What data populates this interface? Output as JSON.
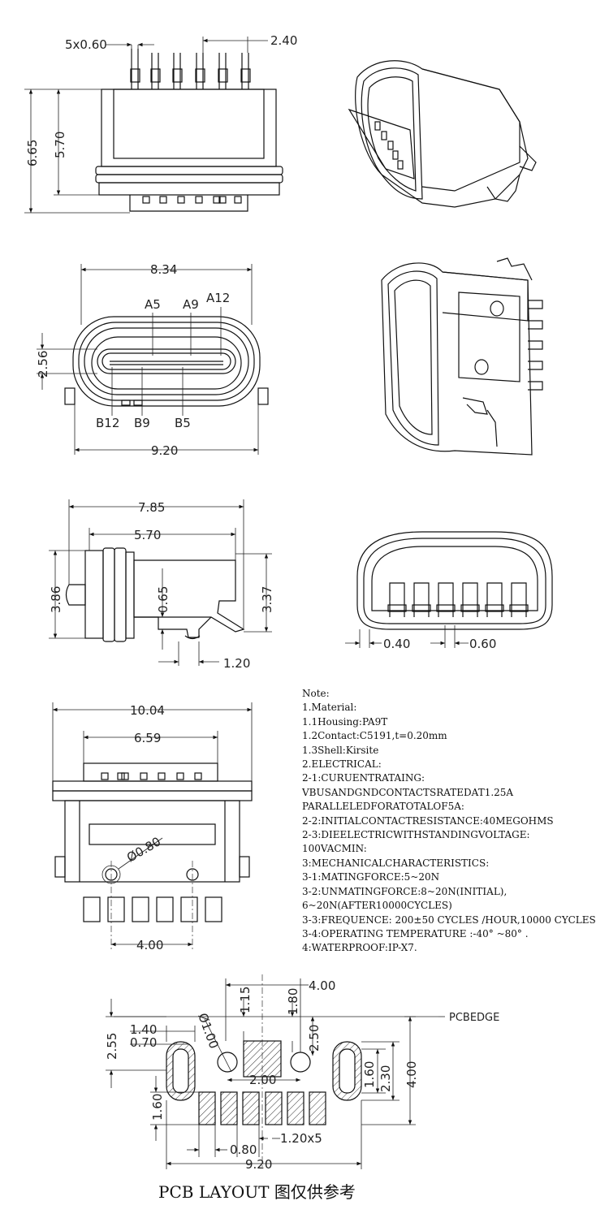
{
  "views": {
    "top_view": {
      "pitch": "5x0.60",
      "span": "2.40",
      "height_total": "6.65",
      "height_body": "5.70"
    },
    "front_view": {
      "width_inner": "8.34",
      "width_outer": "9.20",
      "height": "2.56",
      "pins_top": [
        "A5",
        "A9",
        "A12"
      ],
      "pins_bottom": [
        "B12",
        "B9",
        "B5"
      ]
    },
    "side_view": {
      "length": "7.85",
      "body_length": "5.70",
      "height_left": "3.86",
      "height_right": "3.37",
      "offset": "0.65",
      "foot": "1.20"
    },
    "rear_view": {
      "pitch_a": "0.40",
      "pitch_b": "0.60"
    },
    "bottom_view": {
      "width_total": "10.04",
      "width_inner": "6.59",
      "hole": "Ø0.80",
      "hole_pitch": "4.00"
    },
    "pcb_layout": {
      "top_width": "4.00",
      "dim_115": "1.15",
      "dim_180": "1.80",
      "hole_dia": "Ø1.00",
      "dim_255": "2.55",
      "dim_140": "1.40",
      "dim_070": "0.70",
      "dim_250": "2.50",
      "dim_200": "2.00",
      "dim_160_right": "1.60",
      "dim_230": "2.30",
      "dim_400_right": "4.00",
      "dim_160_left": "1.60",
      "dim_080": "0.80",
      "pitch": "1.20x5",
      "width": "9.20",
      "edge_label": "PCBEDGE"
    }
  },
  "notes": [
    "Note:",
    "1.Material:",
    "1.1Housing:PA9T",
    "1.2Contact:C5191,t=0.20mm",
    "1.3Shell:Kirsite",
    "2.ELECTRICAL:",
    "2-1:CURUENTRATAING:",
    "VBUSANDGNDCONTACTSRATEDAT1.25A",
    "PARALLELEDFORATOTALOF5A:",
    "2-2:INITIALCONTACTRESISTANCE:40MEGOHMS",
    "2-3:DIEELECTRICWITHSTANDINGVOLTAGE:",
    "100VACMIN:",
    "3:MECHANICALCHARACTERISTICS:",
    "3-1:MATINGFORCE:5~20N",
    "3-2:UNMATINGFORCE:8~20N(INITIAL),",
    "6~20N(AFTER10000CYCLES)",
    "  3-3:FREQUENCE: 200±50 CYCLES /HOUR,10000 CYCLES",
    "  3-4:OPERATING TEMPERATURE :-40° ~80° .",
    "4:WATERPROOF:IP-X7."
  ],
  "caption": "PCB LAYOUT 图仅供参考"
}
